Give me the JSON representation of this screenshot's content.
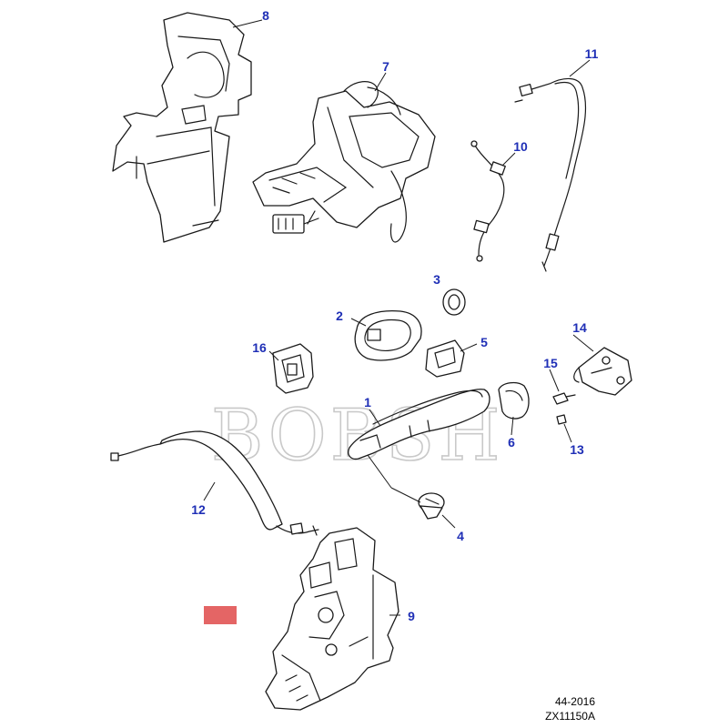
{
  "diagram": {
    "callouts": [
      "8",
      "7",
      "11",
      "10",
      "3",
      "2",
      "5",
      "16",
      "14",
      "15",
      "1",
      "6",
      "13",
      "12",
      "4",
      "9"
    ],
    "watermark": "BOBSH",
    "footer_code": "44-2016",
    "footer_ref": "ZX11150A",
    "colors": {
      "callout": "#1f2fb6",
      "marker": "#e46565",
      "line": "#1a1a1a",
      "watermark": "#c9c9c9"
    }
  }
}
